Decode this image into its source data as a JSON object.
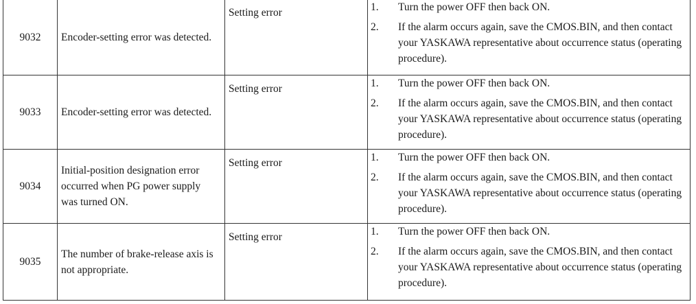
{
  "rows": [
    {
      "code": "9032",
      "description": "Encoder-setting error was detected.",
      "cause": "Setting error",
      "steps": [
        {
          "num": "1.",
          "text": "Turn the power OFF then back ON."
        },
        {
          "num": "2.",
          "text": "If the alarm occurs again, save the CMOS.BIN, and then contact your YASKAWA representative about occurrence status (operating procedure)."
        }
      ]
    },
    {
      "code": "9033",
      "description": "Encoder-setting error was detected.",
      "cause": "Setting error",
      "steps": [
        {
          "num": "1.",
          "text": "Turn the power OFF then back ON."
        },
        {
          "num": "2.",
          "text": "If the alarm occurs again, save the CMOS.BIN, and then contact your YASKAWA representative about occurrence status (operating procedure)."
        }
      ]
    },
    {
      "code": "9034",
      "description": "Initial-position designation error occurred when PG power supply was turned ON.",
      "cause": "Setting error",
      "steps": [
        {
          "num": "1.",
          "text": "Turn the power OFF then back ON."
        },
        {
          "num": "2.",
          "text": "If the alarm occurs again, save the CMOS.BIN, and then contact your YASKAWA representative about occurrence status (operating procedure)."
        }
      ]
    },
    {
      "code": "9035",
      "description": "The number of brake-release axis is not appropriate.",
      "cause": "Setting error",
      "steps": [
        {
          "num": "1.",
          "text": "Turn the power OFF then back ON."
        },
        {
          "num": "2.",
          "text": "If the alarm occurs again, save the CMOS.BIN, and then contact your YASKAWA representative about occurrence status (operating procedure)."
        }
      ]
    }
  ]
}
